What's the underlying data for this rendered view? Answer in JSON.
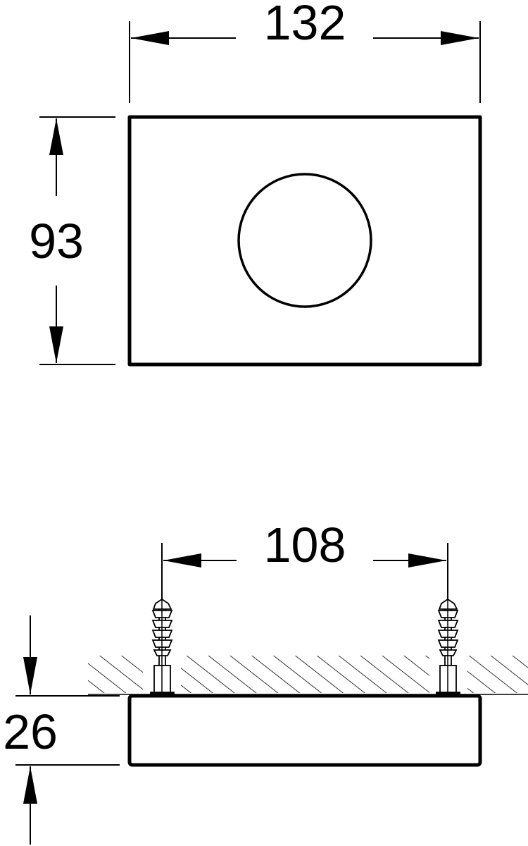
{
  "drawing": {
    "top_view": {
      "width_dimension": "132",
      "height_dimension": "93"
    },
    "side_view": {
      "anchor_spacing_dimension": "108",
      "depth_dimension": "26"
    }
  },
  "colors": {
    "line": "#000000",
    "background": "#ffffff"
  }
}
